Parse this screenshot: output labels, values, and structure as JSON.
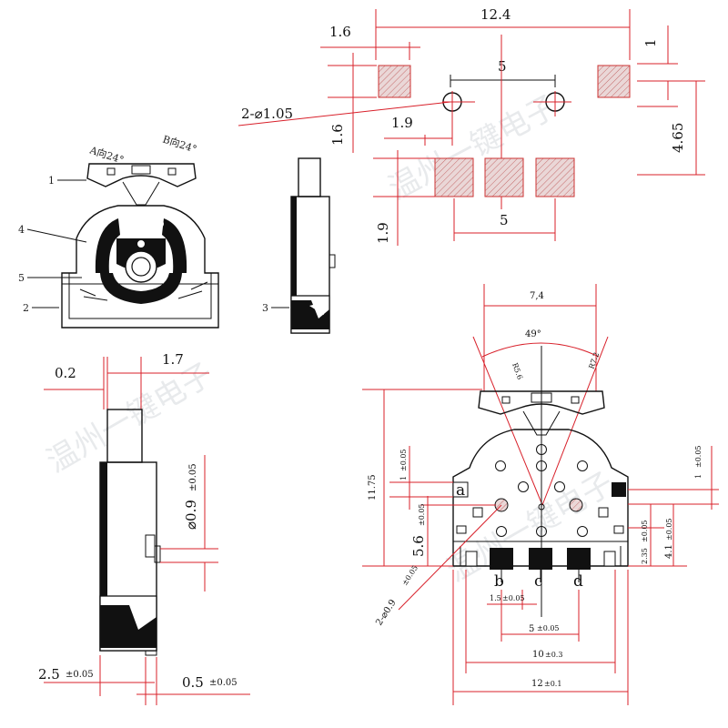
{
  "watermark": "温州一键电子",
  "top_view": {
    "label_a": "A向24°",
    "label_b": "B向24°",
    "callouts": [
      "1",
      "2",
      "3",
      "4",
      "5"
    ]
  },
  "pad_layout": {
    "dims": {
      "width": "12.4",
      "pad": "1.6",
      "top": "1",
      "hole_pitch": "5",
      "hole": "2-⌀1.05",
      "pad_h": "1.6",
      "hole_off": "1.9",
      "height": "4.65",
      "bottom_pad": "1.9",
      "pad_pitch": "5"
    }
  },
  "side_view": {
    "dims": {
      "left": "0.2",
      "right": "1.7",
      "shaft": "⌀0.9",
      "shaft_tol": "±0.05",
      "depth": "2.5",
      "depth_tol": "±0.05",
      "lead": "0.5",
      "lead_tol": "±0.05"
    }
  },
  "front_view": {
    "dims": {
      "top_width": "7,4",
      "angle": "49°",
      "r_left": "R5.6",
      "r_right": "R7.2",
      "height": "11.75",
      "pad_l": "1",
      "pad_l_tol": "±0.05",
      "pad_r": "1",
      "pad_r_tol": "±0.05",
      "mid_l": "5.6",
      "mid_l_tol": "±0.05",
      "holes": "2-⌀0.9",
      "holes_tol": "±0.05",
      "r1": "2.35",
      "r1_tol": "±0.05",
      "r2": "4.1",
      "r2_tol": "±0.05",
      "pitch_small": "1.5",
      "pitch_small_tol": "±0.05",
      "pitch": "5",
      "pitch_tol": "±0.05",
      "span": "10",
      "span_tol": "±0.3",
      "total": "12",
      "total_tol": "±0.1"
    },
    "pins": [
      "a",
      "b",
      "c",
      "d"
    ]
  }
}
